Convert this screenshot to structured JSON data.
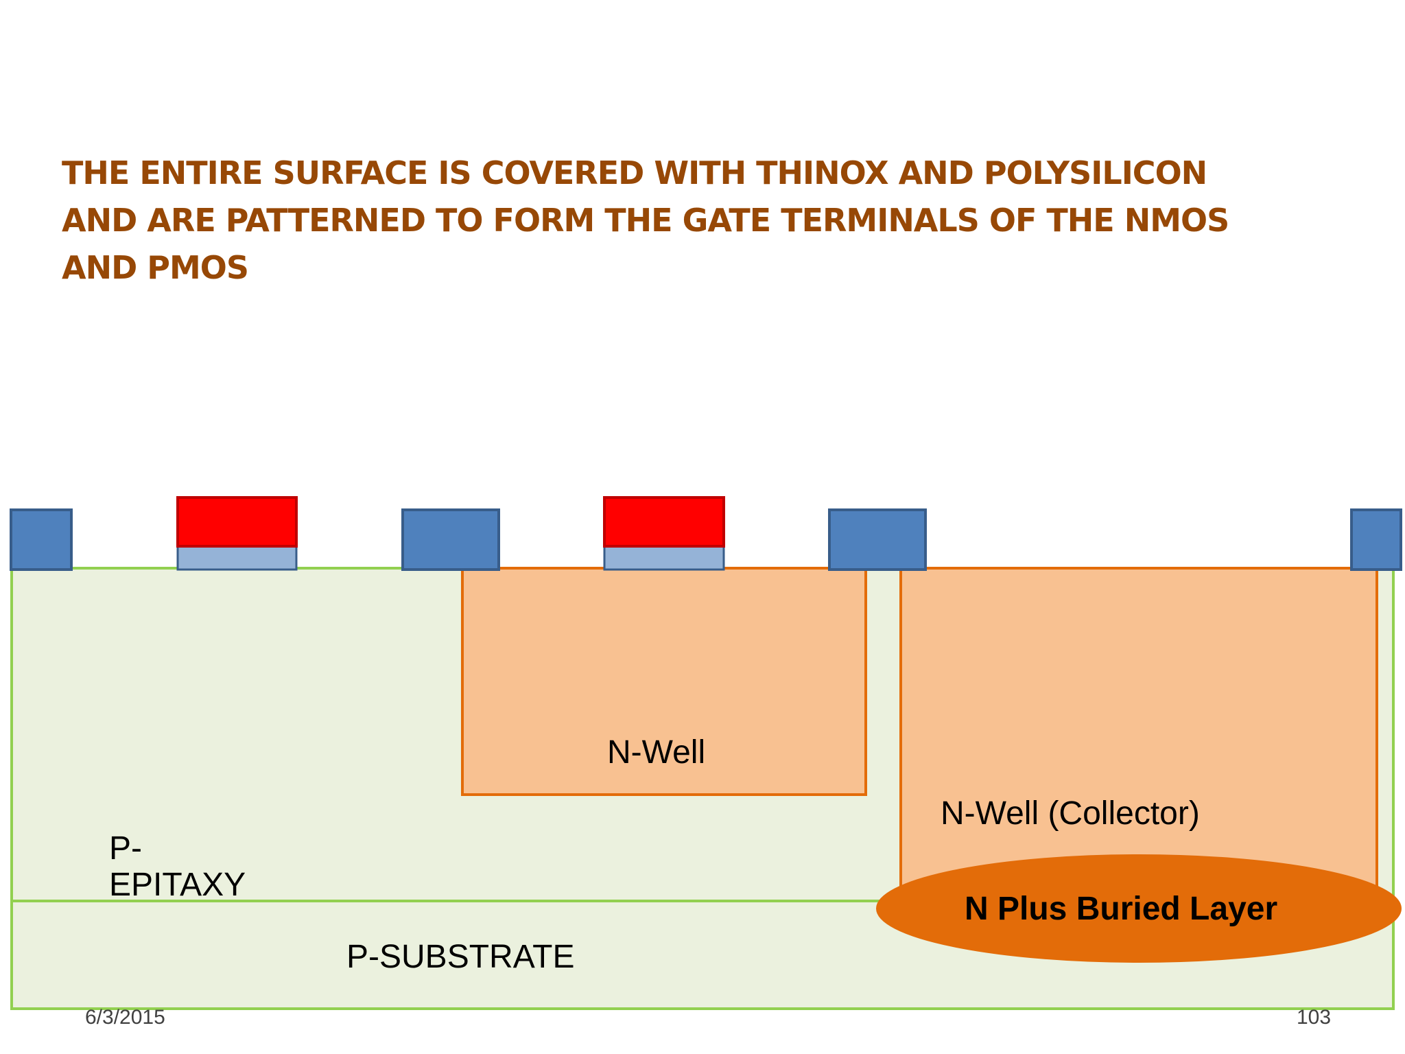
{
  "slide": {
    "title_lines": [
      "THE ENTIRE SURFACE IS COVERED WITH THINOX AND POLYSILICON",
      "AND ARE PATTERNED TO FORM THE GATE TERMINALS OF THE NMOS",
      "AND PMOS"
    ],
    "date": "6/3/2015",
    "page_number": "103"
  },
  "diagram": {
    "labels": {
      "n_well": "N-Well",
      "n_well_collector": "N-Well (Collector)",
      "p_epitaxy_line1": "P-",
      "p_epitaxy_line2": "EPITAXY",
      "p_substrate": "P-SUBSTRATE",
      "n_plus_buried_layer": "N Plus Buried Layer"
    },
    "colors": {
      "title": "#974806",
      "epitaxy_fill": "#ebf1de",
      "epitaxy_border": "#92d050",
      "well_fill": "#f8c191",
      "well_border": "#e36c09",
      "buried_layer_fill": "#e36c09",
      "field_oxide": "#4f81bd",
      "field_oxide_border": "#385d8a",
      "thin_oxide": "#95b3d7",
      "polysilicon": "#ff0000",
      "polysilicon_border": "#c00000"
    }
  }
}
